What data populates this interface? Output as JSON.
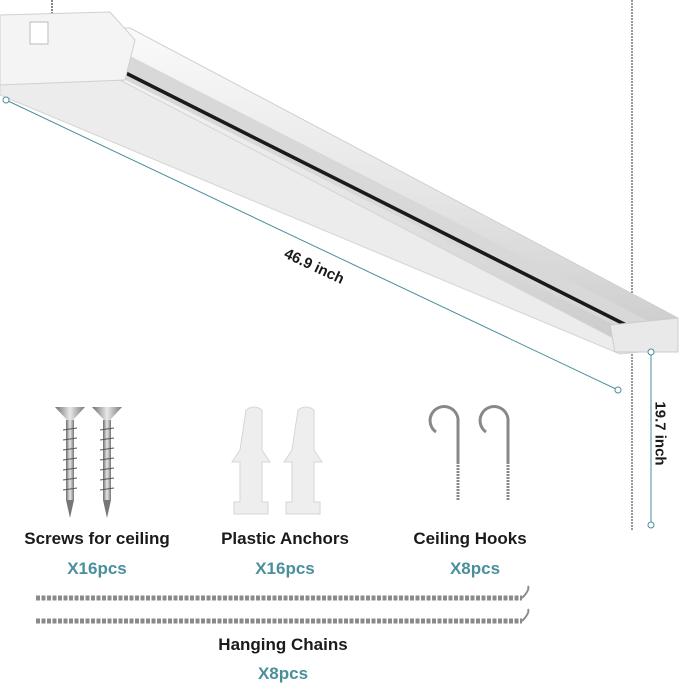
{
  "dimensions": {
    "length": "46.9 inch",
    "height": "19.7 inch"
  },
  "accessories": [
    {
      "name": "Screws for ceiling",
      "quantity": "X16pcs"
    },
    {
      "name": "Plastic Anchors",
      "quantity": "X16pcs"
    },
    {
      "name": "Ceiling Hooks",
      "quantity": "X8pcs"
    },
    {
      "name": "Hanging Chains",
      "quantity": "X8pcs"
    }
  ],
  "colors": {
    "accent": "#4a8f9c",
    "text": "#1a1a1a"
  }
}
